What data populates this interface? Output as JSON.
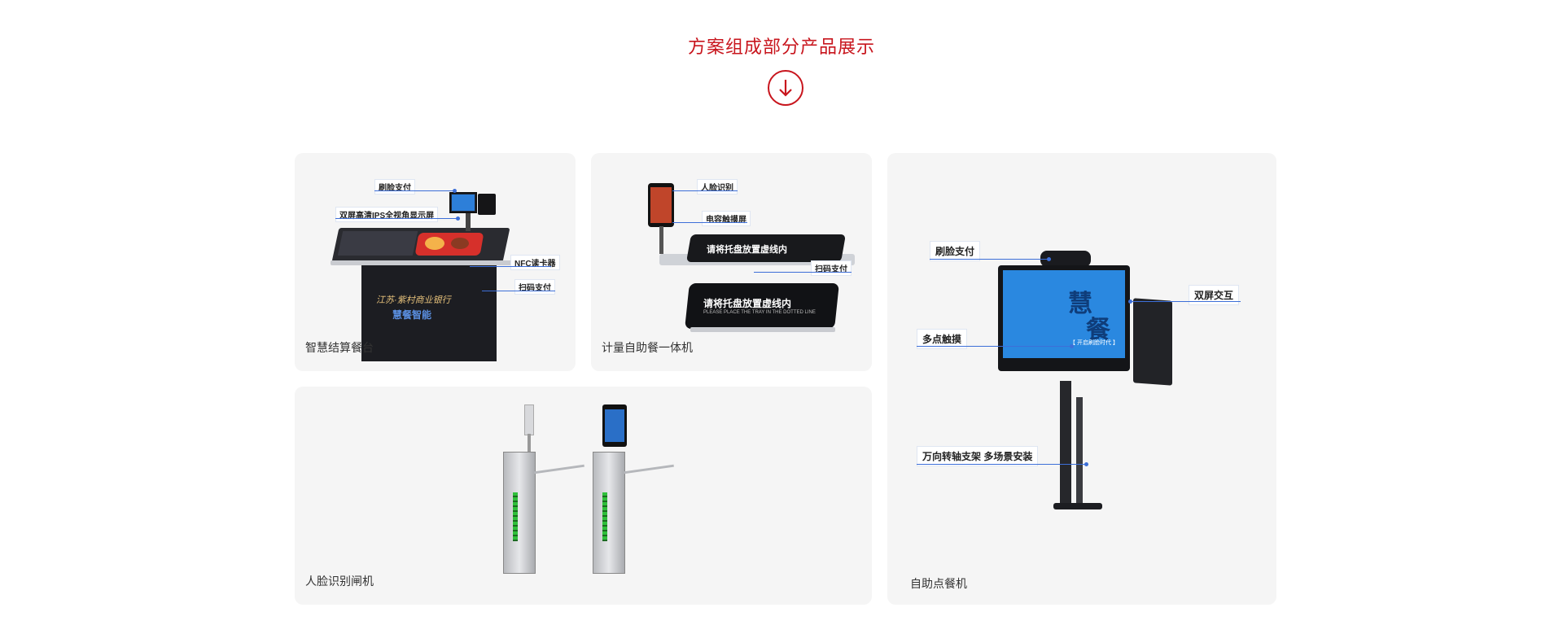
{
  "section": {
    "title": "方案组成部分产品展示"
  },
  "cards": {
    "checkout": {
      "label": "智慧结算餐台",
      "callouts": {
        "face_pay": "刷脸支付",
        "dual_screen": "双屏高清IPS全视角显示屏",
        "nfc": "NFC读卡器",
        "scan_pay": "扫码支付"
      },
      "logo_bank": "江苏·紫村商业银行",
      "logo_brand": "慧餐智能"
    },
    "weighing": {
      "label": "计量自助餐一体机",
      "callouts": {
        "face_id": "人脸识别",
        "touch": "电容触摸屏",
        "scan_pay": "扫码支付"
      },
      "tray_text": "请将托盘放置虚线内",
      "tray_sub": "PLEASE PLACE THE TRAY IN THE DOTTED LINE"
    },
    "ordering": {
      "label": "自助点餐机",
      "callouts": {
        "face_pay": "刷脸支付",
        "dual_screen": "双屏交互",
        "multi_touch": "多点触摸",
        "bracket": "万向转轴支架 多场景安装"
      },
      "screen_big1": "慧",
      "screen_big2": "餐",
      "screen_sub": "【 开启刷脸时代 】"
    },
    "gate": {
      "label": "人脸识别闸机"
    }
  },
  "colors": {
    "accent": "#c8151d",
    "callout_line": "#3d6fd8",
    "card_bg": "#f5f5f5"
  }
}
